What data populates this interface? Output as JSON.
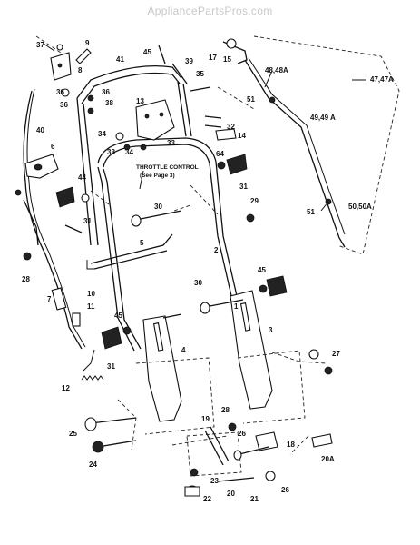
{
  "watermark": "AppliancePartsPros.com",
  "note": {
    "line1": "THROTTLE CONTROL",
    "line2": "(See Page 3)"
  },
  "callouts": [
    {
      "id": "c37",
      "text": "37"
    },
    {
      "id": "c9",
      "text": "9"
    },
    {
      "id": "c8",
      "text": "8"
    },
    {
      "id": "c36a",
      "text": "36"
    },
    {
      "id": "c41",
      "text": "41"
    },
    {
      "id": "c45a",
      "text": "45"
    },
    {
      "id": "c39",
      "text": "39"
    },
    {
      "id": "c17",
      "text": "17"
    },
    {
      "id": "c15",
      "text": "15"
    },
    {
      "id": "c4848a",
      "text": "48,48A"
    },
    {
      "id": "c4747a",
      "text": "47,47A"
    },
    {
      "id": "c35",
      "text": "35"
    },
    {
      "id": "c36b",
      "text": "36"
    },
    {
      "id": "c38",
      "text": "38"
    },
    {
      "id": "c13",
      "text": "13"
    },
    {
      "id": "c51a",
      "text": "51"
    },
    {
      "id": "c36c",
      "text": "36"
    },
    {
      "id": "c4949a",
      "text": "49,49 A"
    },
    {
      "id": "c32",
      "text": "32"
    },
    {
      "id": "c14",
      "text": "14"
    },
    {
      "id": "c40",
      "text": "40"
    },
    {
      "id": "c34a",
      "text": "34"
    },
    {
      "id": "c34b",
      "text": "34"
    },
    {
      "id": "c33a",
      "text": "33"
    },
    {
      "id": "c33b",
      "text": "33"
    },
    {
      "id": "c6",
      "text": "6"
    },
    {
      "id": "c64",
      "text": "64"
    },
    {
      "id": "c31a",
      "text": "31"
    },
    {
      "id": "c44",
      "text": "44"
    },
    {
      "id": "c31b",
      "text": "31"
    },
    {
      "id": "c30a",
      "text": "30"
    },
    {
      "id": "c29",
      "text": "29"
    },
    {
      "id": "c51b",
      "text": "51"
    },
    {
      "id": "c5050a",
      "text": "50,50A"
    },
    {
      "id": "c5",
      "text": "5"
    },
    {
      "id": "c2",
      "text": "2"
    },
    {
      "id": "c28a",
      "text": "28"
    },
    {
      "id": "c7",
      "text": "7"
    },
    {
      "id": "c10",
      "text": "10"
    },
    {
      "id": "c30b",
      "text": "30"
    },
    {
      "id": "c45b",
      "text": "45"
    },
    {
      "id": "c1",
      "text": "1"
    },
    {
      "id": "c11",
      "text": "11"
    },
    {
      "id": "c45c",
      "text": "45"
    },
    {
      "id": "c3",
      "text": "3"
    },
    {
      "id": "c31c",
      "text": "31"
    },
    {
      "id": "c4",
      "text": "4"
    },
    {
      "id": "c27",
      "text": "27"
    },
    {
      "id": "c12",
      "text": "12"
    },
    {
      "id": "c28b",
      "text": "28"
    },
    {
      "id": "c19",
      "text": "19"
    },
    {
      "id": "c25a",
      "text": "25"
    },
    {
      "id": "c26a",
      "text": "26"
    },
    {
      "id": "c18",
      "text": "18"
    },
    {
      "id": "c20a",
      "text": "20A"
    },
    {
      "id": "c24",
      "text": "24"
    },
    {
      "id": "c23",
      "text": "23"
    },
    {
      "id": "c20",
      "text": "20"
    },
    {
      "id": "c21",
      "text": "21"
    },
    {
      "id": "c26b",
      "text": "26"
    },
    {
      "id": "c22",
      "text": "22"
    }
  ]
}
